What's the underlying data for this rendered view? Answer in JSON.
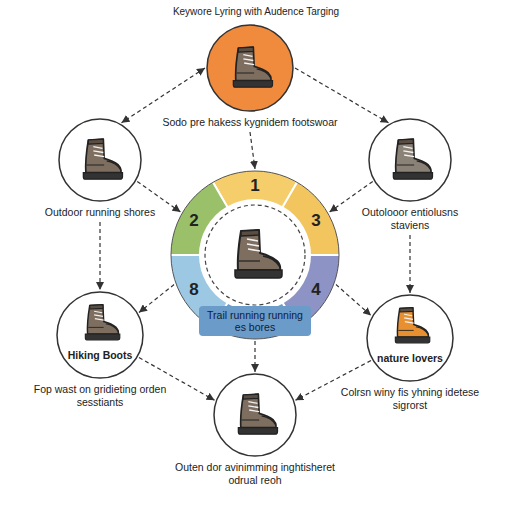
{
  "diagram": {
    "title": "Keywore Lyring with Audence Targing",
    "nodes": [
      {
        "text": [
          "Sodo pre hakess kygnidem footswoar"
        ]
      },
      {
        "text": [
          "Outdoor running shores"
        ]
      },
      {
        "text": [
          "Outolooor entiolusns staviens"
        ]
      },
      {
        "text": [
          "Trail running running es bores"
        ]
      },
      {
        "text": [
          "Hiking Boots",
          "Fop wast on gridieting orden sesstiants"
        ]
      },
      {
        "text": [
          "nature lovers",
          "Colrsn winy fis yhning idetese sigrorst"
        ]
      },
      {
        "text": [
          "Outen dor avinimming inghtisheret odrual reoh"
        ]
      }
    ],
    "edges": [
      {
        "from": 0,
        "to": 1,
        "arrow": "both"
      },
      {
        "from": 0,
        "to": 2,
        "arrow": "to"
      },
      {
        "from": 0,
        "to": 3,
        "arrow": "to"
      },
      {
        "from": 1,
        "to": 3,
        "arrow": "to"
      },
      {
        "from": 2,
        "to": 3,
        "arrow": "to"
      },
      {
        "from": 1,
        "to": 4,
        "arrow": "to"
      },
      {
        "from": 2,
        "to": 5,
        "arrow": "to"
      },
      {
        "from": 3,
        "to": 4,
        "arrow": "to"
      },
      {
        "from": 3,
        "to": 5,
        "arrow": "to"
      },
      {
        "from": 3,
        "to": 6,
        "arrow": "to"
      },
      {
        "from": 4,
        "to": 6,
        "arrow": "to"
      },
      {
        "from": 5,
        "to": 6,
        "arrow": "to"
      }
    ],
    "labels": [
      "1",
      "2",
      "3",
      "4",
      "8"
    ]
  }
}
